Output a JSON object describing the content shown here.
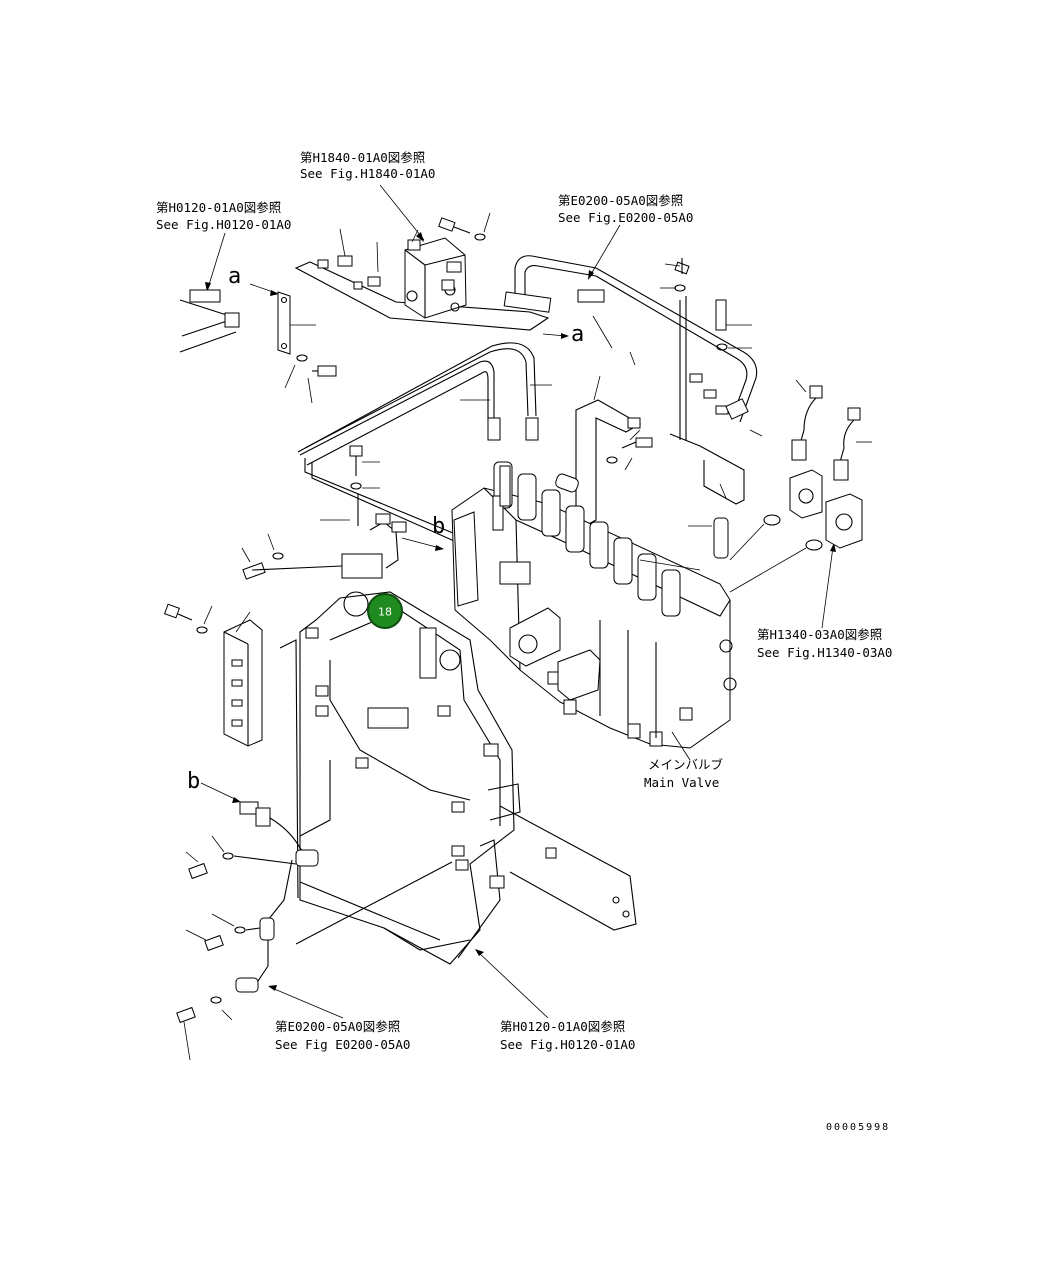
{
  "references": {
    "top_center": {
      "jp": "第H1840-01A0図参照",
      "en": "See Fig.H1840-01A0"
    },
    "top_left": {
      "jp": "第H0120-01A0図参照",
      "en": "See Fig.H0120-01A0"
    },
    "top_right": {
      "jp": "第E0200-05A0図参照",
      "en": "See Fig.E0200-05A0"
    },
    "right": {
      "jp": "第H1340-03A0図参照",
      "en": "See Fig.H1340-03A0"
    },
    "bottom_left": {
      "jp": "第E0200-05A0図参照",
      "en": "See Fig E0200-05A0"
    },
    "bottom_right": {
      "jp": "第H0120-01A0図参照",
      "en": "See Fig.H0120-01A0"
    }
  },
  "main_valve": {
    "jp": "メインバルブ",
    "en": "Main Valve"
  },
  "callouts": {
    "a_left": "a",
    "a_right": "a",
    "b_top": "b",
    "b_left": "b"
  },
  "badge": {
    "label": "18",
    "color": "#1f8a1f"
  },
  "figure_code": "00005998",
  "colors": {
    "line": "#000000",
    "background": "#ffffff"
  }
}
